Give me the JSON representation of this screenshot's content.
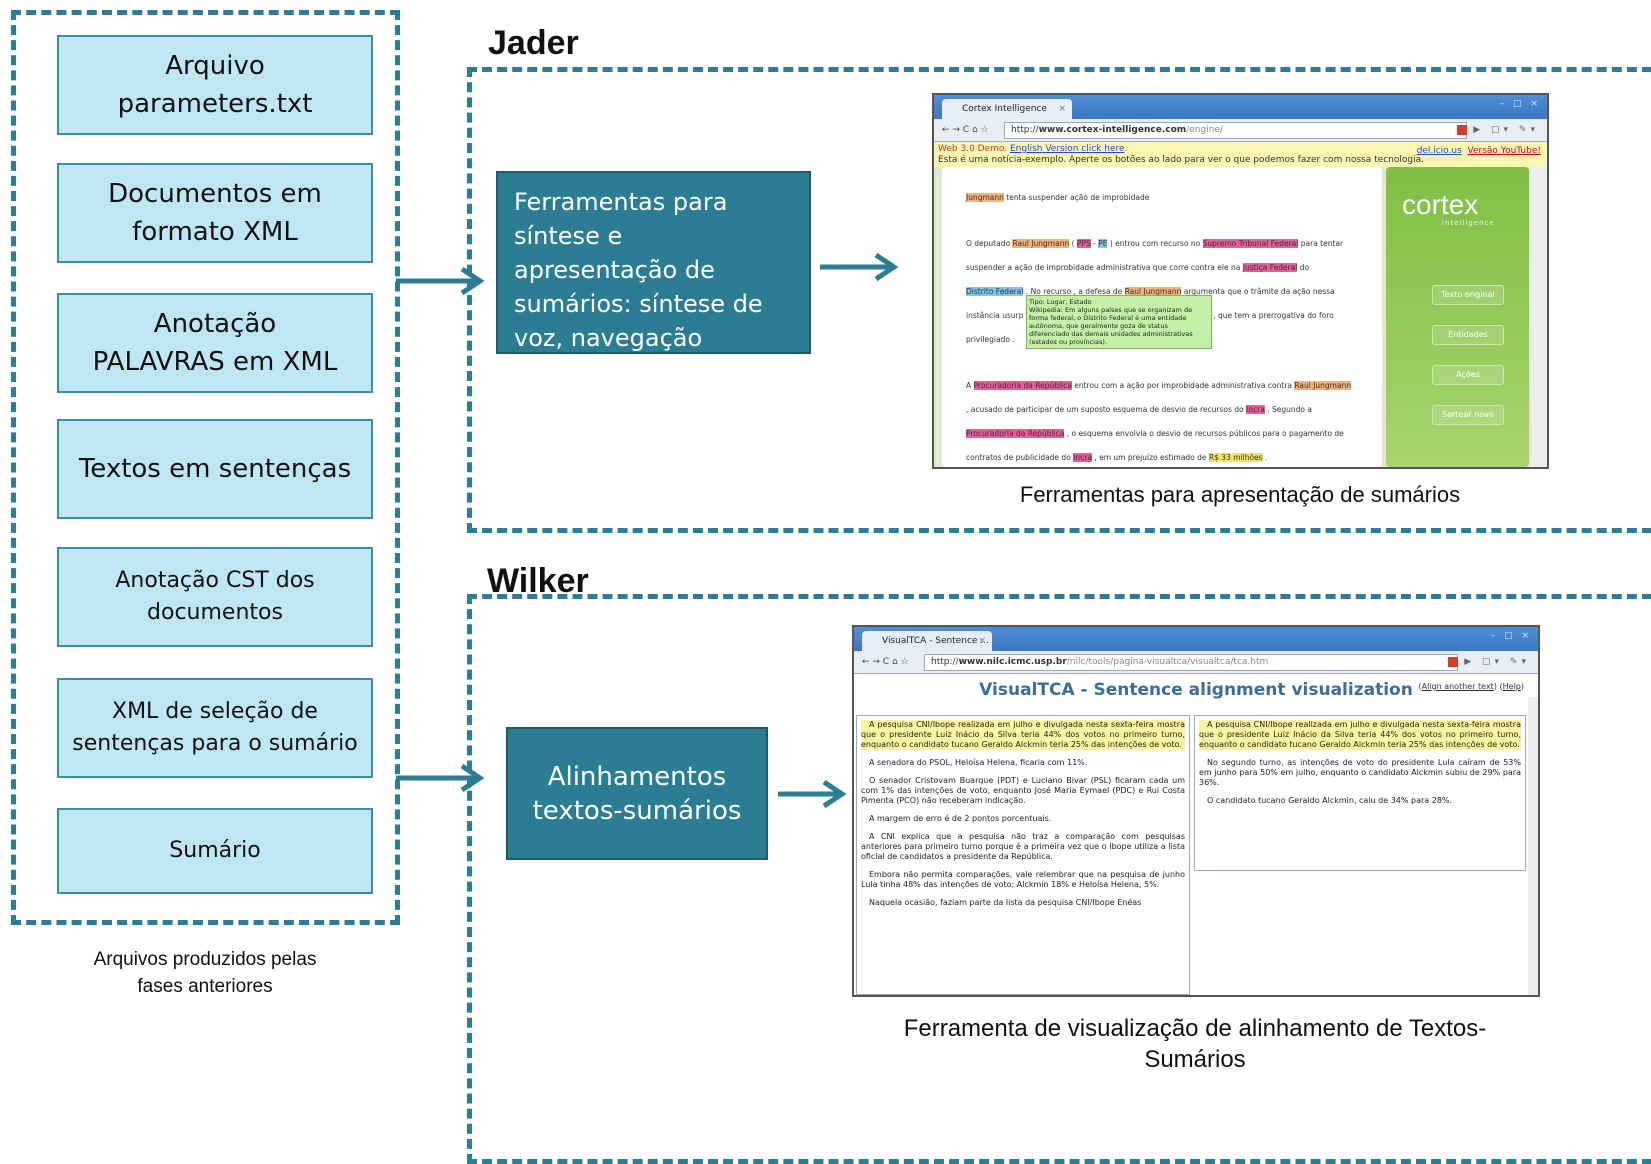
{
  "files_panel": {
    "items": [
      "Arquivo parameters.txt",
      "Documentos em formato XML",
      "Anotação PALAVRAS em XML",
      "Textos em sentenças",
      "Anotação CST dos documentos",
      "XML de seleção de sentenças para o sumário",
      "Sumário"
    ],
    "item_lines": [
      [
        "Arquivo",
        "parameters.txt"
      ],
      [
        "Documentos em",
        "formato XML"
      ],
      [
        "Anotação",
        "PALAVRAS em XML"
      ],
      [
        "Textos em sentenças"
      ],
      [
        "Anotação CST dos",
        "documentos"
      ],
      [
        "XML de seleção de",
        "sentenças para o sumário"
      ],
      [
        "Sumário"
      ]
    ],
    "caption_lines": [
      "Arquivos produzidos pelas",
      "fases anteriores"
    ]
  },
  "jader": {
    "label": "Jader",
    "tool_box_text": "Ferramentas para síntese e apresentação de sumários: síntese de voz, navegação sumários-textos, etc.",
    "caption": "Ferramentas para apresentação de sumários",
    "browser": {
      "tab_title": "Cortex Intelligence",
      "url_prefix": "http://",
      "url_bold": "www.cortex-intelligence.com",
      "url_rest": "/engine/",
      "notice_line1_a": "Web 3.0 Demo. ",
      "notice_line1_link": "English Version click here",
      "notice_line1_b": ".",
      "notice_line2": "Esta é uma notícia-exemplo. Aperte os botões ao lado para ver o que podemos fazer com nossa tecnologia.",
      "notice_right_1": "del.icio.us",
      "notice_right_2": "Versão YouTube!",
      "logo": "cortex",
      "logo_sub": "intelligence",
      "buttons": [
        "Texto original",
        "Entidades",
        "Ações",
        "Sortear novo"
      ],
      "lines": {
        "l1_a": "Jungmann",
        "l1_b": " tenta suspender ação de improbidade",
        "l2_a": "O deputado ",
        "l2_b": "Raul Jungmann",
        "l2_c": " ( ",
        "l2_d": "PPS",
        "l2_e": " - ",
        "l2_f": "PE",
        "l2_g": " ) entrou com recurso no ",
        "l2_h": "Supremo Tribunal Federal",
        "l2_i": " para tentar",
        "l3_a": "suspender a ação de improbidade administrativa que corre contra ele na ",
        "l3_b": "Justiça Federal",
        "l3_c": " do",
        "l4_a": "Distrito Federal",
        "l4_b": " . No recurso , a defesa de ",
        "l4_c": "Raul Jungmann",
        "l4_d": " argumenta que o trâmite da ação nessa",
        "l5_a": "instância usurp",
        "l5_b": "do , que tem a prerrogativa do foro",
        "l6": "privilegiado .",
        "l7_a": "A ",
        "l7_b": "Procuradoria da República",
        "l7_c": " entrou com a ação por improbidade administrativa contra ",
        "l7_d": "Raul Jungmann",
        "l8_a": ", acusado de participar de um suposto esquema de desvio de recursos do ",
        "l8_b": "Incra",
        "l8_c": " . Segundo a",
        "l9_a": "Procuradoria da República",
        "l9_b": " , o esquema envolvia o desvio de recursos públicos para o pagamento de",
        "l10_a": "contratos de publicidade do ",
        "l10_b": "Incra",
        "l10_c": " , em um prejuízo estimado de ",
        "l10_d": "R$ 33 milhões",
        "l10_e": " ."
      },
      "tooltip": "Tipo: Lugar, Estado\nWikipedia: Em alguns países que se organizam de forma federal, o Distrito Federal é uma entidade autônoma, que geralmente goza de status diferenciado das demais unidades administrativas (estados ou províncias)."
    }
  },
  "wilker": {
    "label": "Wilker",
    "tool_box_lines": [
      "Alinhamentos",
      "textos-sumários"
    ],
    "caption_lines": [
      "Ferramenta de visualização de alinhamento de Textos-",
      "Sumários"
    ],
    "browser": {
      "tab_title": "VisualTCA - Sentence ...",
      "url_prefix": "http://",
      "url_bold": "www.nilc.icmc.usp.br",
      "url_rest": "/nilc/tools/pagina-visualtca/visualtca/tca.htm",
      "heading": "VisualTCA - Sentence alignment visualization",
      "link_align": "Align another text",
      "link_help": "Help",
      "left_col": [
        "A pesquisa CNI/Ibope realizada em julho e divulgada nesta sexta-feira mostra que o presidente Luiz Inácio da Silva teria 44% dos votos no primeiro turno, enquanto o candidato tucano Geraldo Alckmin teria 25% das intenções de voto.",
        "A senadora do PSOL, Heloísa Helena, ficaria com 11%.",
        "O senador Cristovam Buarque (PDT) e Luciano Bivar (PSL) ficaram cada um com 1% das intenções de voto, enquanto José Maria Eymael (PDC) e Rui Costa Pimenta (PCO) não receberam indicação.",
        "A margem de erro é de 2 pontos porcentuais.",
        "A CNI explica que a pesquisa não traz a comparação com pesquisas anteriores para primeiro turno porque é a primeira vez que o Ibope utiliza a lista oficial de candidatos a presidente da República.",
        "Embora não permita comparações, vale relembrar que na pesquisa de junho Lula tinha 48% das intenções de voto; Alckmin 18% e Heloísa Helena, 5%.",
        "Naquela ocasião, faziam parte da lista da pesquisa CNI/Ibope Enéas"
      ],
      "right_col": [
        "A pesquisa CNI/Ibope realizada em julho e divulgada nesta sexta-feira mostra que o presidente Luiz Inácio da Silva teria 44% dos votos no primeiro turno, enquanto o candidato tucano Geraldo Alckmin teria 25% das intenções de voto.",
        "No segundo turno, as intenções de voto do presidente Lula caíram de 53% em junho para 50% em julho, enquanto o candidato Alckmin subiu de 29% para 36%.",
        "O candidato tucano Geraldo Alckmin, caiu de 34% para 28%."
      ]
    }
  },
  "colors": {
    "dash": "#2a7f97",
    "file_box_fill": "#bfe6f3",
    "teal_box": "#2b7d93",
    "arrow": "#2b7d93"
  }
}
